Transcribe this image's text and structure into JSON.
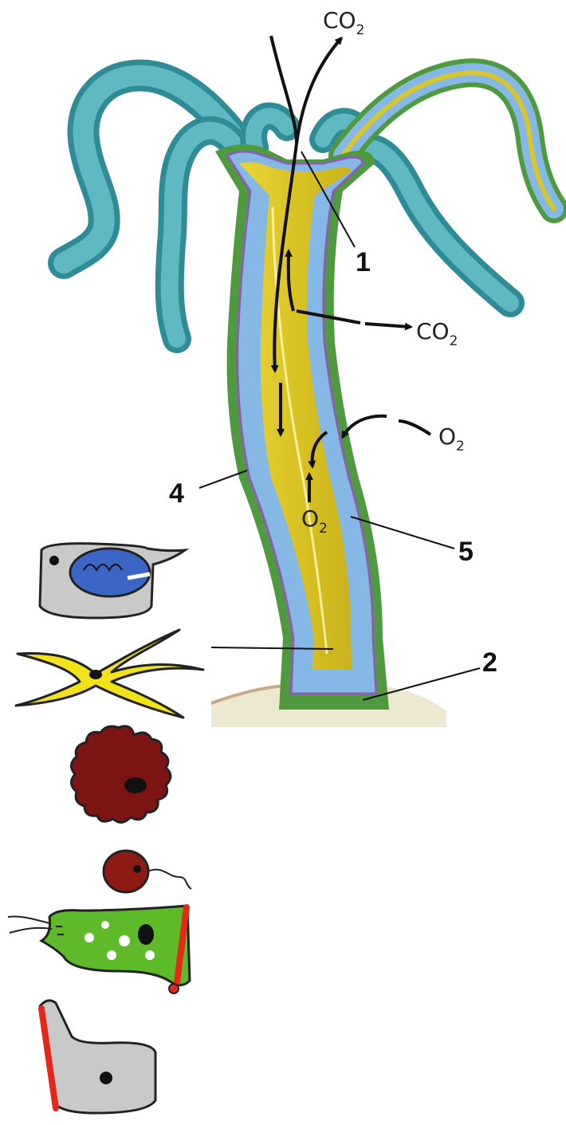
{
  "labels": {
    "num_1": "1",
    "num_2": "2",
    "num_4": "4",
    "num_5": "5",
    "co2_top": "CO",
    "co2_top_sub": "2",
    "co2_side": "CO",
    "co2_side_sub": "2",
    "o2_right": "O",
    "o2_right_sub": "2",
    "o2_inner": "O",
    "o2_inner_sub": "2"
  },
  "colors": {
    "tentacle": "#3e9aa6",
    "tentacle_dark": "#2c7a86",
    "ectoderm": "#4f9a3f",
    "endoderm": "#86b8e6",
    "mesoglea": "#8a5fb0",
    "cavity": "#d8c62a",
    "cell_nerve": "#f2e21a",
    "cell_glandular": "#7d1414",
    "cell_sex": "#8e1a14",
    "cell_digestive": "#5fba2a",
    "cell_epithelial": "#c9c9c9",
    "cell_sting_capsule": "#3b66c6",
    "muscle_fiber": "#e22a1a"
  },
  "cells": [
    {
      "name": "stinging-cell"
    },
    {
      "name": "nerve-cell"
    },
    {
      "name": "glandular-cell"
    },
    {
      "name": "sex-cell"
    },
    {
      "name": "digestive-muscle-cell"
    },
    {
      "name": "epithelial-muscle-cell"
    }
  ]
}
